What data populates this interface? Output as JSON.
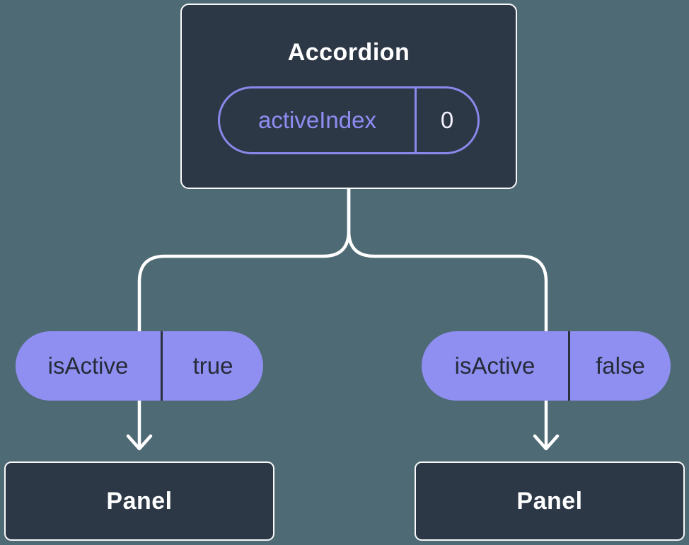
{
  "colors": {
    "background": "#4e6a74",
    "node_fill": "#2d3847",
    "node_border": "#f8f9fa",
    "accent_purple": "#8a88ea",
    "pill_fill": "#8f8ff2",
    "pill_dark_text": "#262b38",
    "line_white": "#ffffff"
  },
  "root": {
    "title": "Accordion",
    "prop_name": "activeIndex",
    "prop_value": "0"
  },
  "children": [
    {
      "prop_name": "isActive",
      "prop_value": "true",
      "node_label": "Panel"
    },
    {
      "prop_name": "isActive",
      "prop_value": "false",
      "node_label": "Panel"
    }
  ]
}
